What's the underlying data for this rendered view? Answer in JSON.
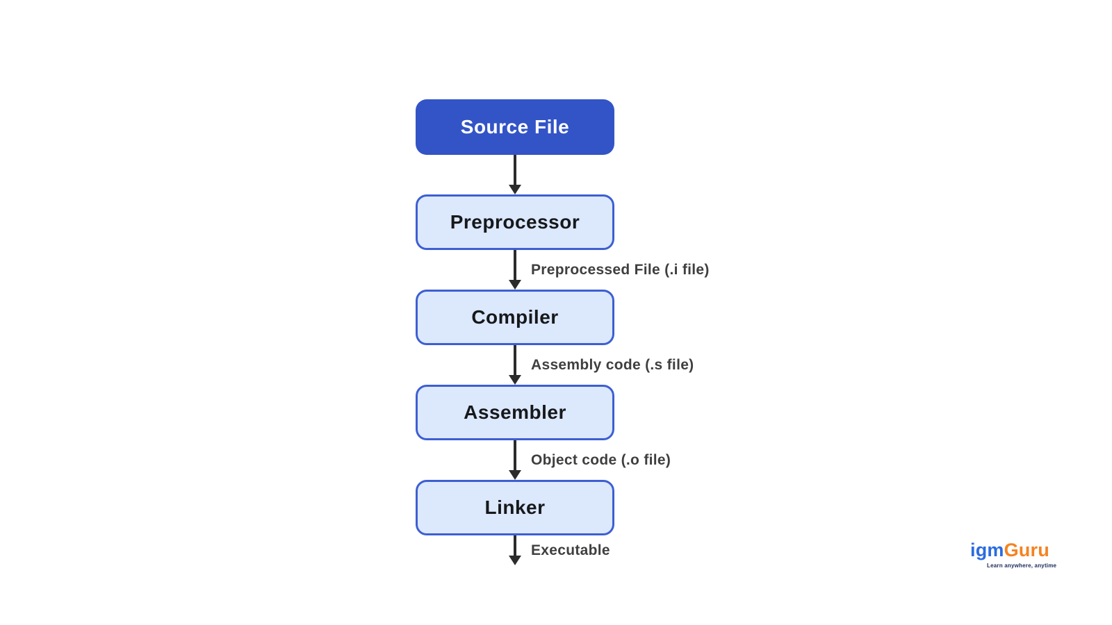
{
  "flowchart": {
    "nodes": [
      {
        "id": "source-file",
        "label": "Source File",
        "variant": "primary"
      },
      {
        "id": "preprocessor",
        "label": "Preprocessor",
        "variant": "secondary"
      },
      {
        "id": "compiler",
        "label": "Compiler",
        "variant": "secondary"
      },
      {
        "id": "assembler",
        "label": "Assembler",
        "variant": "secondary"
      },
      {
        "id": "linker",
        "label": "Linker",
        "variant": "secondary"
      }
    ],
    "edges": [
      {
        "from": "source-file",
        "to": "preprocessor",
        "label": ""
      },
      {
        "from": "preprocessor",
        "to": "compiler",
        "label": "Preprocessed File (.i file)"
      },
      {
        "from": "compiler",
        "to": "assembler",
        "label": "Assembly code (.s file)"
      },
      {
        "from": "assembler",
        "to": "linker",
        "label": "Object code (.o file)"
      },
      {
        "from": "linker",
        "to": "output",
        "label": "Executable"
      }
    ]
  },
  "colors": {
    "primary_fill": "#3354C6",
    "primary_text": "#FFFFFF",
    "secondary_fill": "#DCE8FC",
    "secondary_border": "#3D5FD1",
    "secondary_text": "#16181B",
    "arrow": "#2B2B2B",
    "edge_label": "#3F3F3F",
    "logo_blue": "#2B6BDF",
    "logo_orange": "#F58220",
    "logo_tagline": "#1B2A5B"
  },
  "logo": {
    "part1": "igm",
    "part2": "Guru",
    "tagline": "Learn anywhere, anytime"
  }
}
